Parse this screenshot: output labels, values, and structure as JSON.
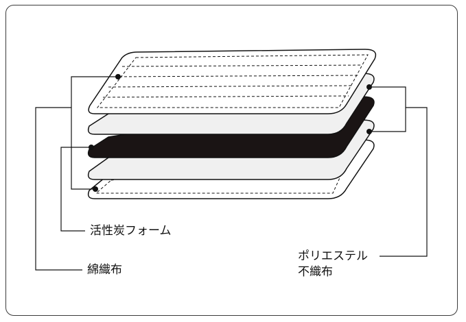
{
  "labels": {
    "activated_carbon_foam": "活性炭フォーム",
    "cotton_fabric": "綿織布",
    "polyester_line1": "ポリエステル",
    "polyester_line2": "不織布"
  },
  "colors": {
    "outline": "#111111",
    "light_layer": "#f0f0f0",
    "dark_layer": "#1a1414",
    "paper": "#ffffff",
    "frame": "#3a3a3a"
  },
  "layers": [
    {
      "name": "cotton-fabric-top",
      "material": "cotton",
      "stitched": true
    },
    {
      "name": "polyester-nonwoven-top",
      "material": "polyester",
      "stitched": false
    },
    {
      "name": "activated-carbon-foam",
      "material": "carbon",
      "stitched": false
    },
    {
      "name": "polyester-nonwoven-bottom",
      "material": "polyester",
      "stitched": false
    },
    {
      "name": "cotton-fabric-bottom",
      "material": "cotton",
      "stitched": true
    }
  ]
}
